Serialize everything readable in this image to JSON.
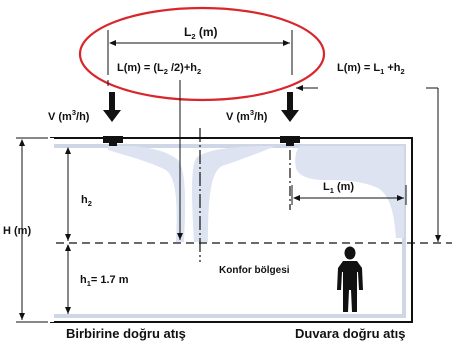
{
  "labels": {
    "l2": "L",
    "l2_sub": "2",
    "l2_unit": " (m)",
    "formula_left_a": "L(m) = (L",
    "formula_left_sub": "2",
    "formula_left_b": " /2)+h",
    "formula_left_sub2": "2",
    "formula_right_a": "L(m) = L",
    "formula_right_sub": "1",
    "formula_right_b": " +h",
    "formula_right_sub2": "2",
    "flow_left_a": "V (m",
    "flow_left_sup": "3",
    "flow_left_b": "/h)",
    "flow_right_a": "V (m",
    "flow_right_sup": "3",
    "flow_right_b": "/h)",
    "l1": "L",
    "l1_sub": "1",
    "l1_unit": " (m)",
    "h2": "h",
    "h2_sub": "2",
    "H": "H (m)",
    "h1_a": "h",
    "h1_sub": "1",
    "h1_b": "= 1.7 m",
    "comfort_zone": "Konfor bölgesi",
    "caption_left": "Birbirine doğru atış",
    "caption_right": "Duvara doğru atış"
  },
  "colors": {
    "air_plume": "#dde3f0",
    "highlight_ellipse": "#d9262b",
    "lines": "#111111",
    "room_wall": "#cfd6e6"
  },
  "icons": {
    "person": "standing-person-silhouette",
    "diffuser": "ceiling-diffuser"
  }
}
